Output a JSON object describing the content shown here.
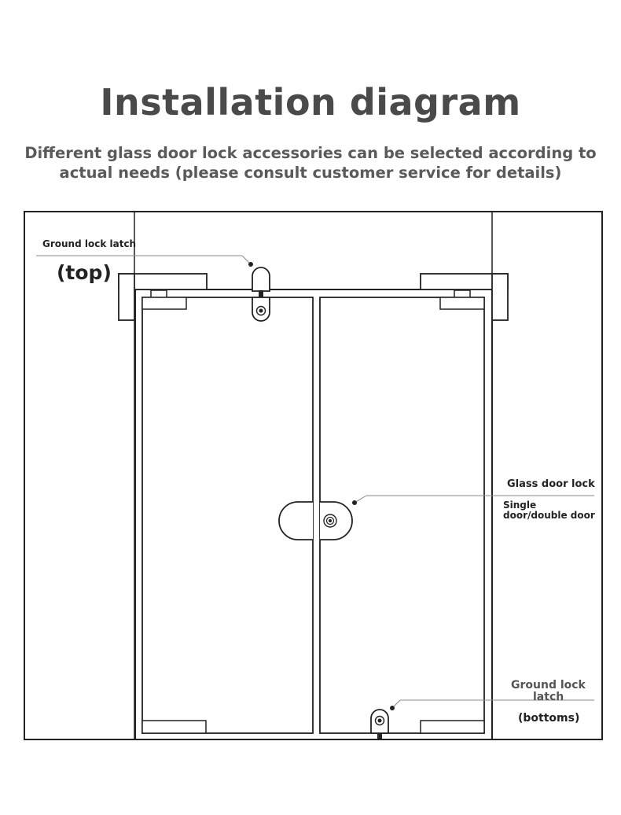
{
  "header": {
    "title": "Installation diagram",
    "subtitle": "Different glass door lock accessories can be selected according to actual needs (please consult customer service for details)"
  },
  "callouts": {
    "top_latch_label": "Ground lock latch",
    "top_latch_sub": "(top)",
    "glass_lock_label": "Glass door lock",
    "glass_lock_sub_line1": "Single",
    "glass_lock_sub_line2": "door/double door",
    "bottom_latch_line1": "Ground lock",
    "bottom_latch_line2": "latch",
    "bottom_latch_sub": "(bottoms)"
  }
}
